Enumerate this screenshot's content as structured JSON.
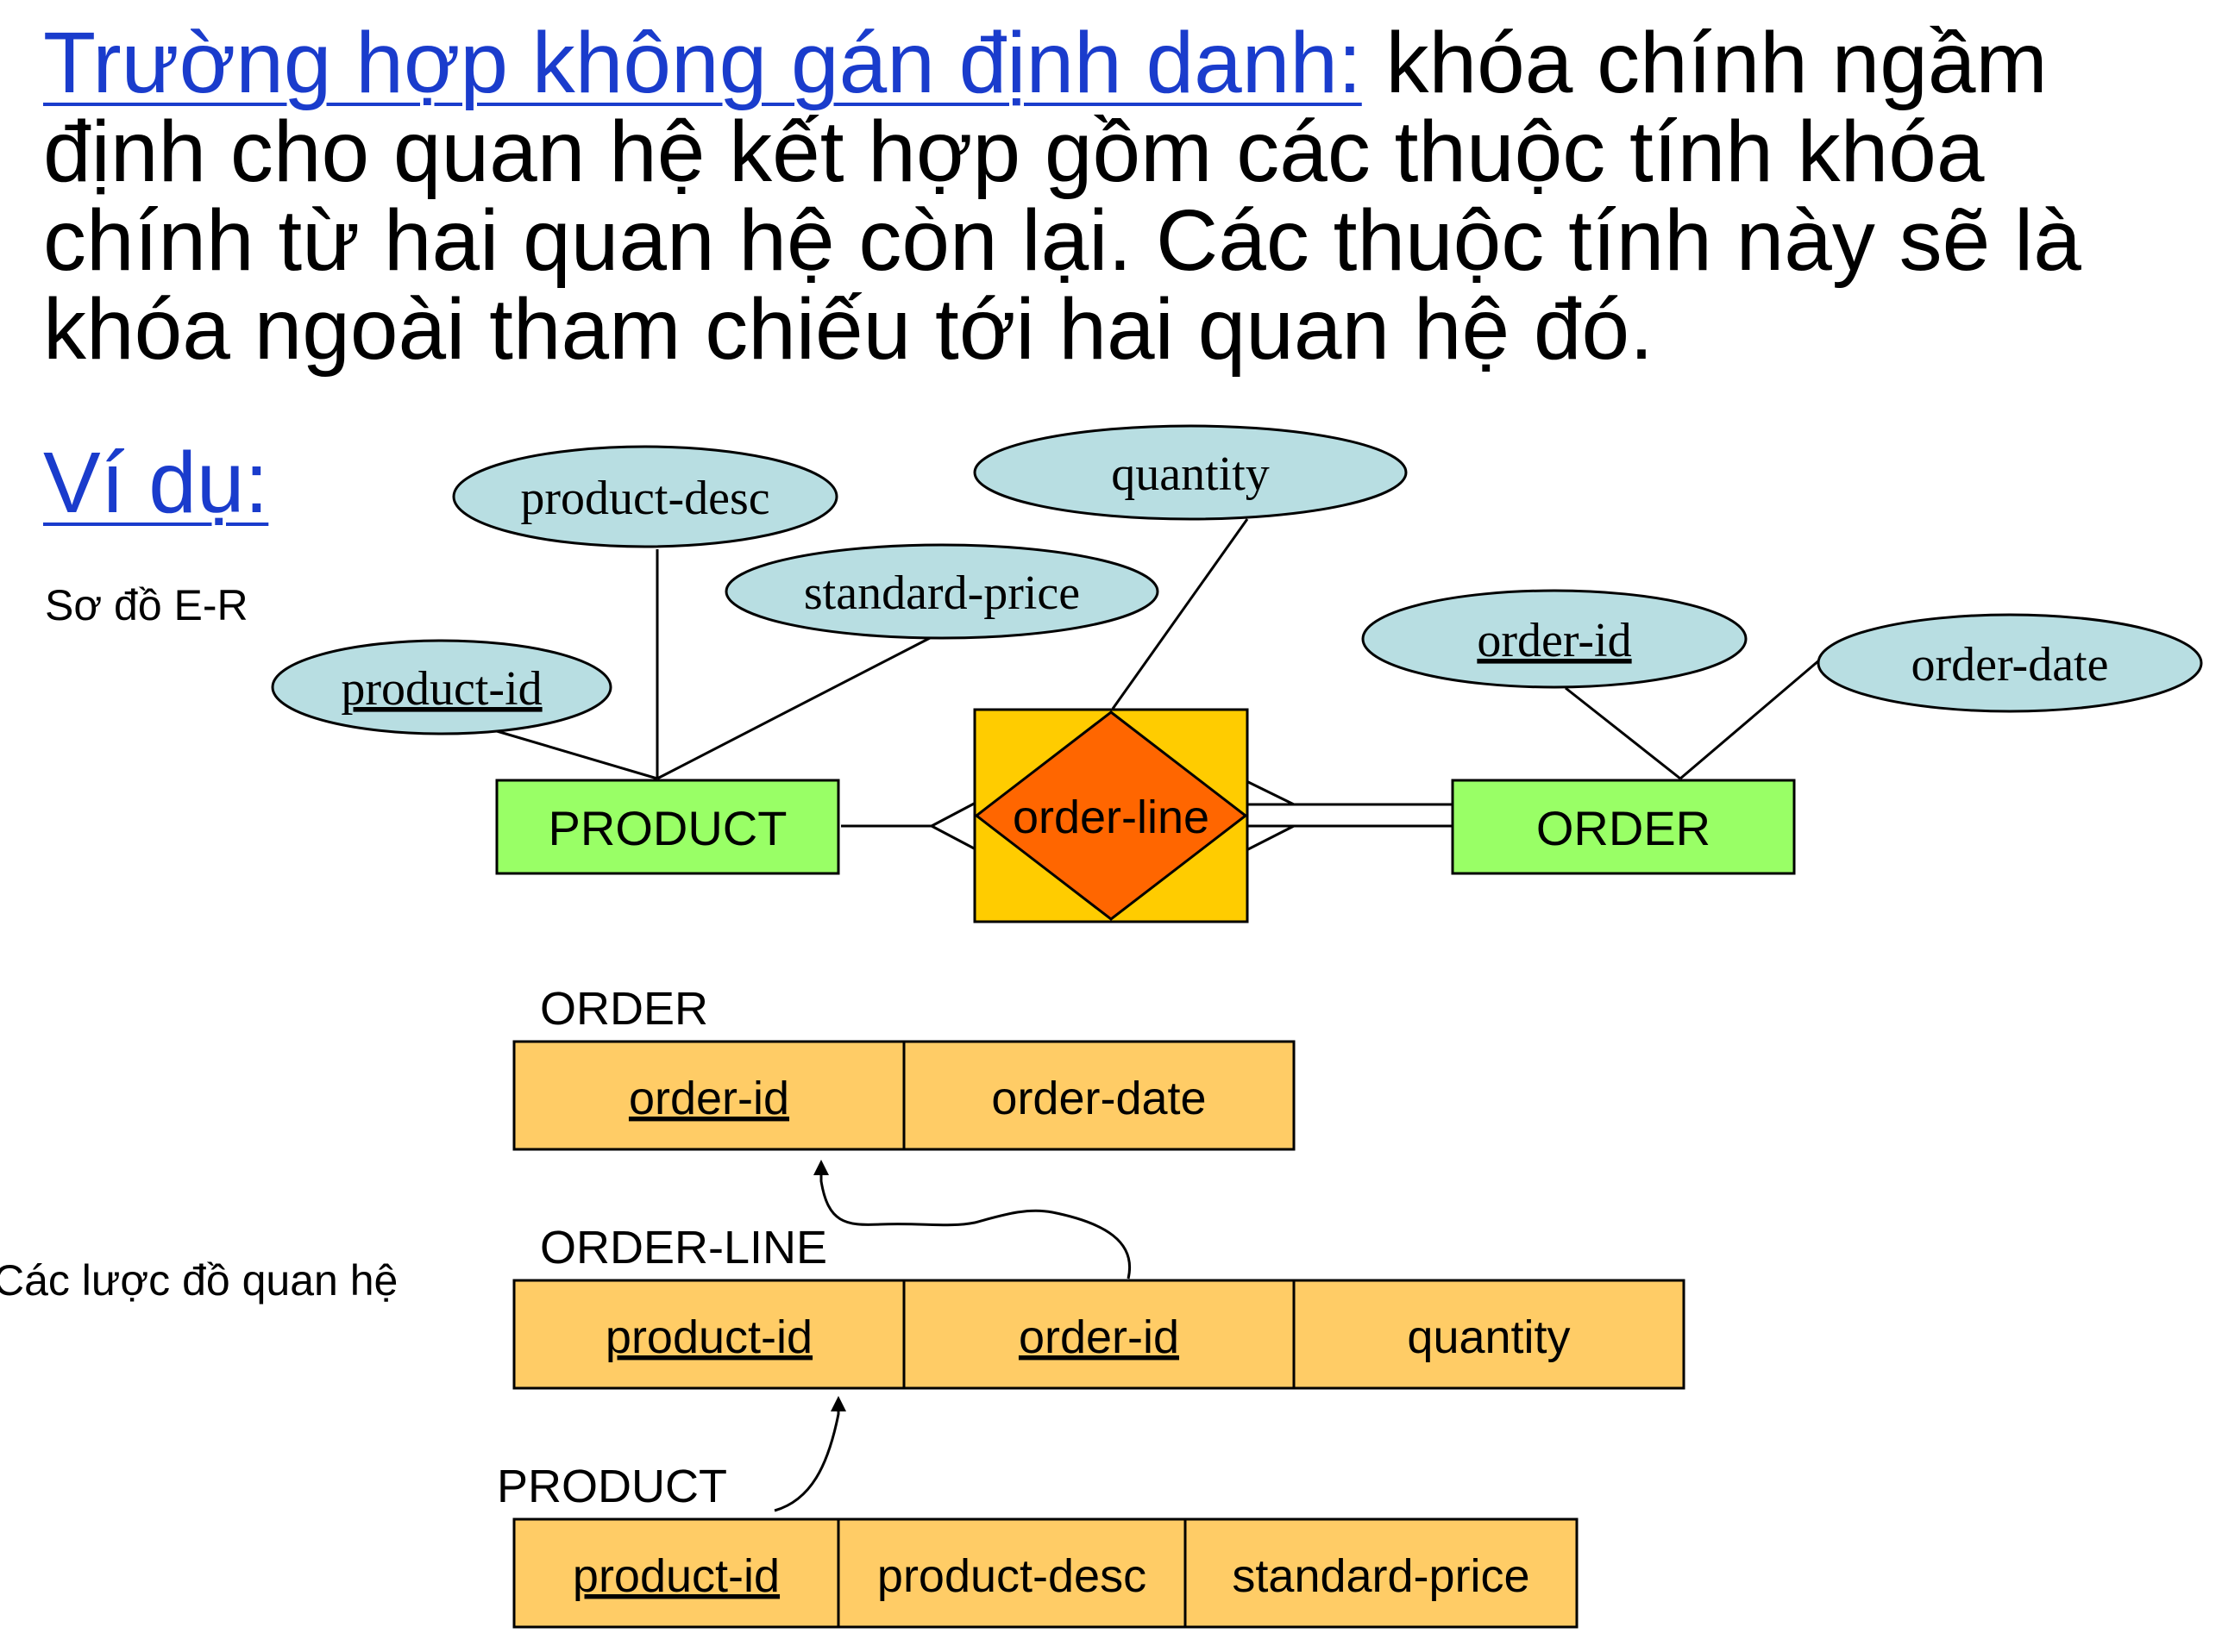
{
  "heading": {
    "link_text": "Trường hợp không gán định danh:",
    "body_text": " khóa chính ngầm định cho quan hệ kết hợp gồm các thuộc tính khóa chính từ hai quan hệ còn lại. Các thuộc tính này sẽ là khóa ngoài tham chiếu tới hai quan hệ đó."
  },
  "example_label": "Ví dụ:",
  "er_label": "Sơ đồ E-R",
  "schema_label": "Các lược đồ quan hệ",
  "er_diagram": {
    "attributes": {
      "product_desc": "product-desc",
      "quantity": "quantity",
      "standard_price": "standard-price",
      "product_id": "product-id",
      "order_id": "order-id",
      "order_date": "order-date"
    },
    "entities": {
      "product": "PRODUCT",
      "order": "ORDER"
    },
    "relationship": "order-line"
  },
  "relations": {
    "order": {
      "name": "ORDER",
      "columns": [
        "order-id",
        "order-date"
      ]
    },
    "order_line": {
      "name": "ORDER-LINE",
      "columns": [
        "product-id",
        "order-id",
        "quantity"
      ]
    },
    "product": {
      "name": "PRODUCT",
      "columns": [
        "product-id",
        "product-desc",
        "standard-price"
      ]
    }
  },
  "colors": {
    "link_blue": "#1a3ccc",
    "attribute_fill": "#b8dee2",
    "entity_fill": "#99ff66",
    "assoc_box_fill": "#ffcc00",
    "diamond_fill": "#ff6600",
    "table_fill": "#ffcc66"
  }
}
